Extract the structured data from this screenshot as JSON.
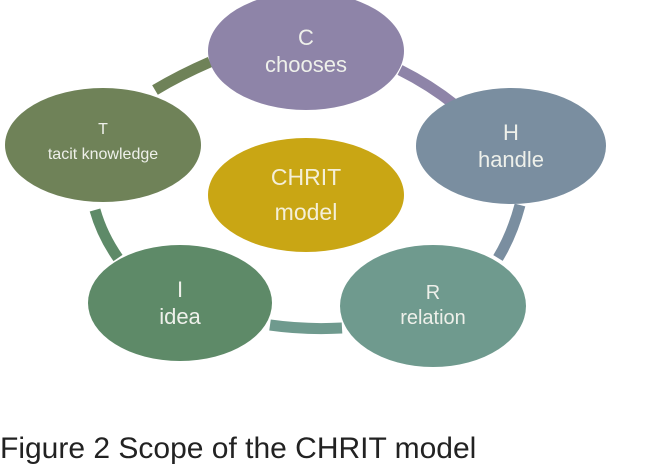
{
  "center": {
    "line1": "CHRIT",
    "line2": "model",
    "color": "#c9a614"
  },
  "nodes": [
    {
      "letter": "C",
      "word": "chooses",
      "color": "#8e84a8"
    },
    {
      "letter": "H",
      "word": "handle",
      "color": "#7a8ea0"
    },
    {
      "letter": "R",
      "word": "relation",
      "color": "#6f9a8e"
    },
    {
      "letter": "I",
      "word": "idea",
      "color": "#5e8a68"
    },
    {
      "letter": "T",
      "word": "tacit knowledge",
      "color": "#6f8258"
    }
  ],
  "caption": "Figure 2 Scope of the CHRIT model"
}
